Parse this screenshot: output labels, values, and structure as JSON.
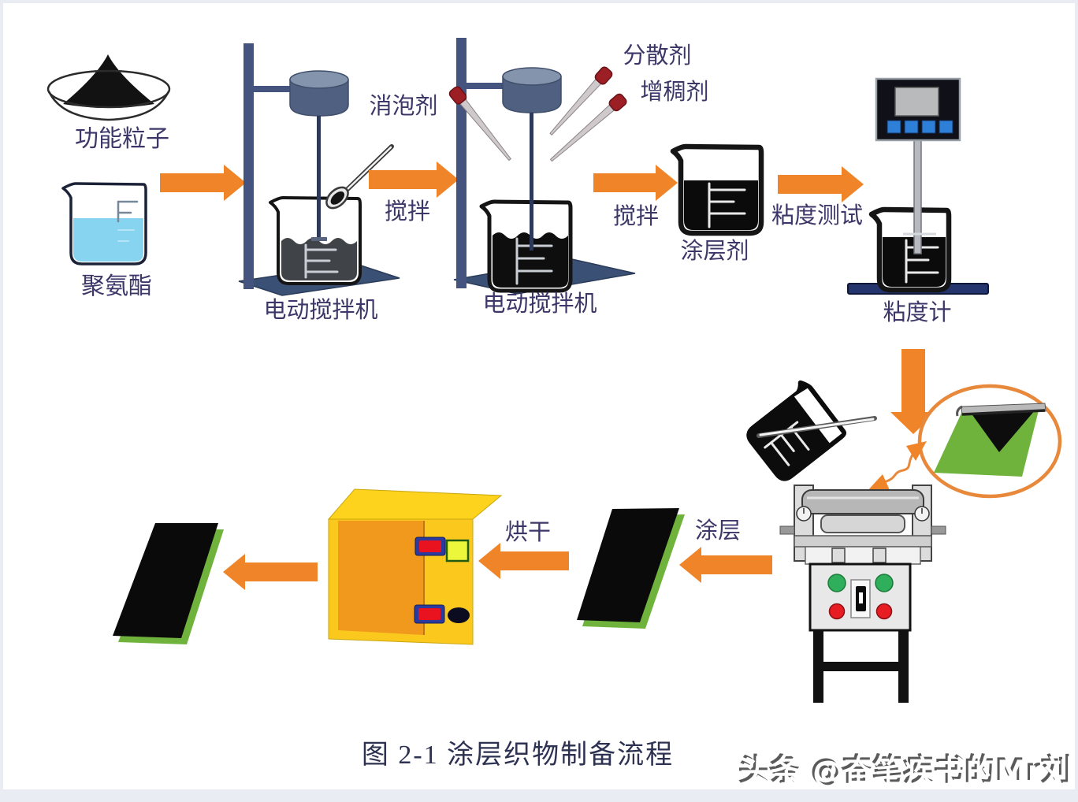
{
  "figure": {
    "caption": "图 2-1 涂层织物制备流程",
    "watermark": "头条 @奋笔疾书的Mr刘"
  },
  "labels": {
    "functional_particles": "功能粒子",
    "polyurethane": "聚氨酯",
    "mixer1": "电动搅拌机",
    "defoamer": "消泡剂",
    "stir1": "搅拌",
    "dispersant": "分散剂",
    "thickener": "增稠剂",
    "mixer2": "电动搅拌机",
    "stir2": "搅拌",
    "coating_agent": "涂层剂",
    "viscosity_test": "粘度测试",
    "viscometer": "粘度计",
    "coating": "涂层",
    "drying": "烘干"
  },
  "colors": {
    "arrow_orange": "#ef8428",
    "label_text": "#3c3768",
    "stand_blue": "#44547e",
    "platform_blue": "#3a5175",
    "fabric_green": "#6fb33c",
    "fabric_black": "#0a0a0a",
    "oven_yellow": "#fed31d",
    "oven_door_orange": "#f0991d",
    "polyurethane_blue": "#86d4ef",
    "inset_ring_orange": "#e8883b",
    "viscometer_button_blue": "#2e7fd8",
    "machine_button_green": "#2fae5b",
    "machine_button_red": "#e81c23"
  }
}
